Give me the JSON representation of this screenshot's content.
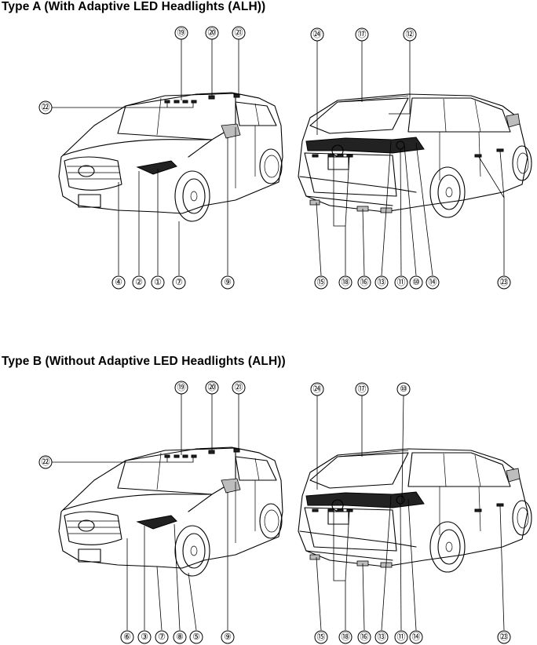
{
  "headings": {
    "type_a": "Type A (With Adaptive LED Headlights (ALH))",
    "type_b": "Type B (Without Adaptive LED Headlights (ALH))"
  },
  "diagram_a": {
    "front_top": [
      "⑲",
      "⑳",
      "㉑"
    ],
    "front_side": [
      "㉒"
    ],
    "front_bottom": [
      "④",
      "②",
      "①",
      "⑦",
      "⑨"
    ],
    "rear_top": [
      "㉔",
      "⑰",
      "⑫"
    ],
    "rear_bottom": [
      "⑮",
      "⑱",
      "⑯",
      "⑬",
      "⑪",
      "⑩",
      "⑭",
      "㉓"
    ]
  },
  "diagram_b": {
    "front_top": [
      "⑲",
      "⑳",
      "㉑"
    ],
    "front_side": [
      "㉒"
    ],
    "front_bottom": [
      "⑥",
      "③",
      "⑦",
      "⑧",
      "⑤",
      "⑨"
    ],
    "rear_top": [
      "㉔",
      "⑰",
      "⑩"
    ],
    "rear_bottom": [
      "⑮",
      "⑱",
      "⑯",
      "⑬",
      "⑪",
      "⑭",
      "㉓"
    ]
  }
}
